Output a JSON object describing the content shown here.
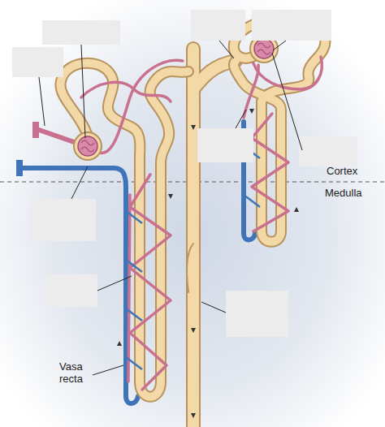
{
  "diagram": {
    "labels": [
      "Cortex",
      "Medulla",
      "Vasa recta"
    ]
  }
}
